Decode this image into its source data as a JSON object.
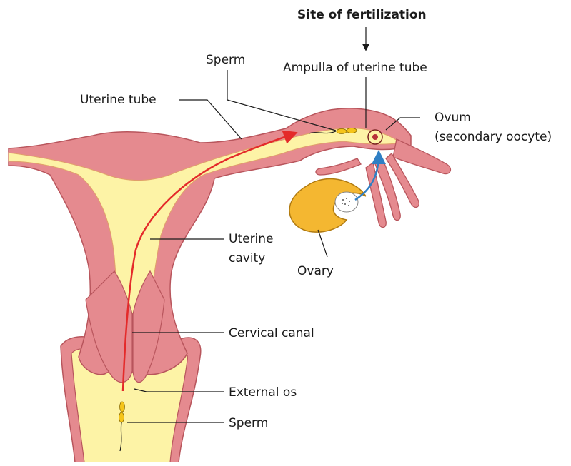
{
  "figure": {
    "title": "Site of fertilization",
    "labels": {
      "sperm_top": "Sperm",
      "ampulla": "Ampulla of uterine tube",
      "uterine_tube": "Uterine tube",
      "ovum_line1": "Ovum",
      "ovum_line2": "(secondary oocyte)",
      "uterine_cavity_line1": "Uterine",
      "uterine_cavity_line2": "cavity",
      "ovary": "Ovary",
      "cervical_canal": "Cervical canal",
      "external_os": "External os",
      "sperm_bottom": "Sperm"
    },
    "colors": {
      "tissue": "#e58a8f",
      "tissue_dark": "#b8555c",
      "lumen": "#fdf3a6",
      "ovary": "#f4b731",
      "sperm_path": "#e42a2a",
      "ovum_path": "#2f7fc4",
      "sperm": "#f5c419",
      "outline": "#3a2a2a"
    }
  }
}
